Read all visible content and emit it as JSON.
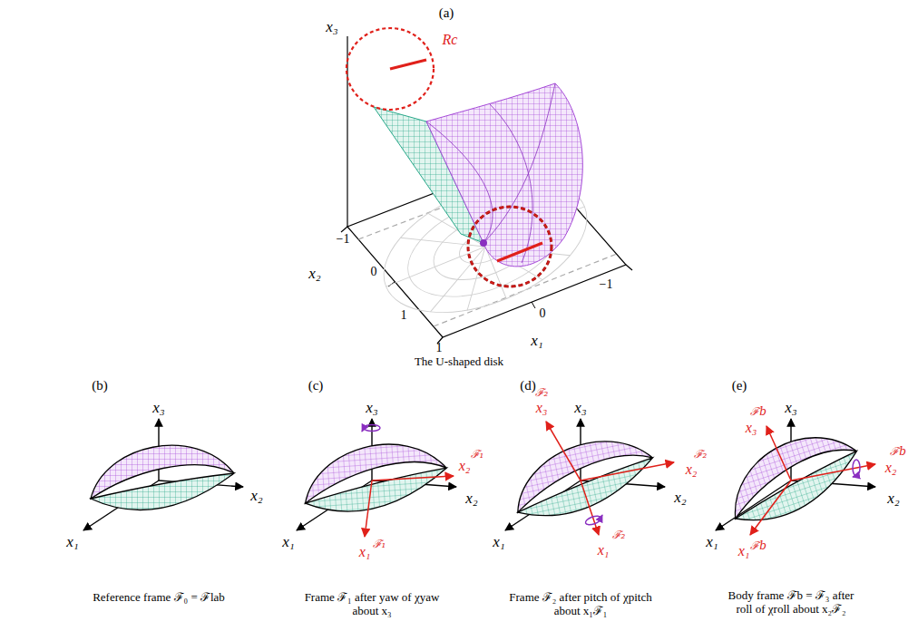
{
  "diagram": {
    "labels": [
      "(a)",
      "x₃",
      "Rc",
      "−1",
      "x₂",
      "0",
      "1",
      "1",
      "0",
      "−1",
      "x₁",
      "The U-shaped disk",
      "(b)",
      "x₃",
      "x₂",
      "x₁",
      "Reference frame ℱ₀ = ℱlab",
      "(c)",
      "x₃",
      "x₂",
      "x₁",
      "x₂",
      "ℱ₁",
      "x₁",
      "ℱ₁",
      "Frame ℱ₁ after yaw of χyaw about x₃",
      "(d)",
      "x₃",
      "x₂",
      "x₁",
      "ℱ₂",
      "x₃",
      "ℱ₂",
      "x₂",
      "x₁",
      "ℱ₂",
      "Frame ℱ₂ after pitch of χpitch about x₁ℱ₁",
      "(e)",
      "x₃",
      "x₂",
      "x₁",
      "ℱb",
      "x₃",
      "ℱb",
      "x₂",
      "ℱb",
      "x₁",
      "Body frame ℱb = ℱ₃ after roll of χroll about x₂ℱ₂"
    ]
  }
}
